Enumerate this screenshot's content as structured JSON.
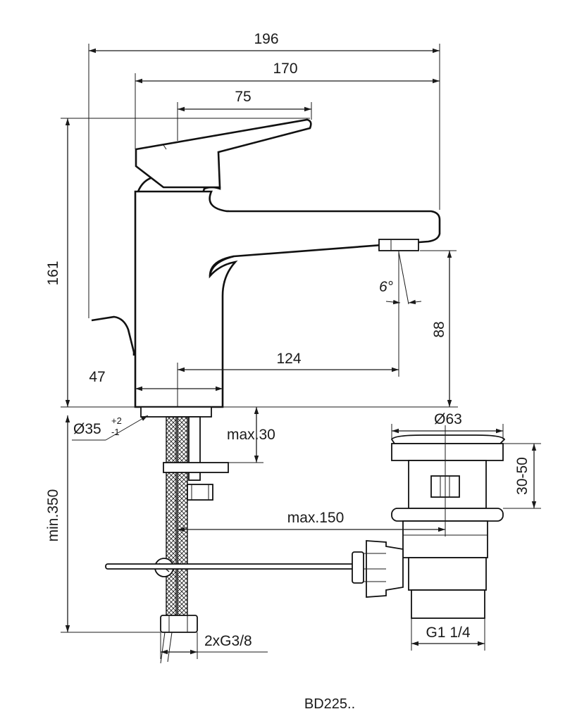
{
  "drawing": {
    "model_code": "BD225..",
    "dimensions": {
      "overall_length": "196",
      "spout_length": "170",
      "lever_length": "75",
      "total_height": "161",
      "spout_height": "88",
      "spout_reach": "124",
      "body_width": "47",
      "spout_angle": "6°",
      "hole_diameter": "Ø35",
      "hole_tol_plus": "+2",
      "hole_tol_minus": "-1",
      "max_deck_thickness": "max.30",
      "min_hose_length": "min.350",
      "max_waste_distance": "max.150",
      "waste_diameter": "Ø63",
      "waste_height": "30-50",
      "waste_thread": "G1 1/4",
      "supply_thread": "2xG3/8"
    }
  }
}
